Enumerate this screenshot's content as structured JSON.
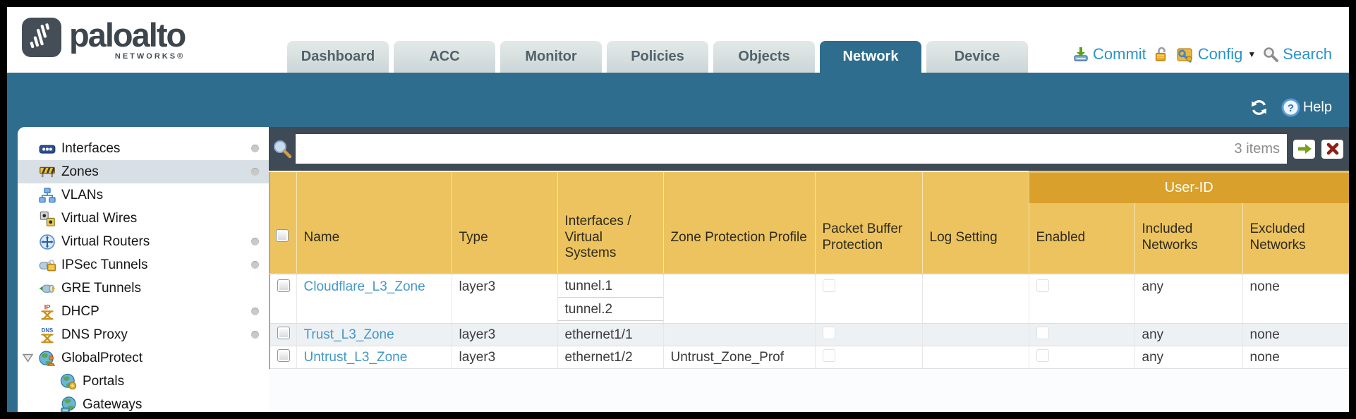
{
  "brand": {
    "name": "paloalto",
    "subtitle": "NETWORKS®"
  },
  "tabs": [
    {
      "label": "Dashboard"
    },
    {
      "label": "ACC"
    },
    {
      "label": "Monitor"
    },
    {
      "label": "Policies"
    },
    {
      "label": "Objects"
    },
    {
      "label": "Network"
    },
    {
      "label": "Device"
    }
  ],
  "active_tab": "Network",
  "header_actions": {
    "commit": "Commit",
    "config": "Config",
    "search": "Search",
    "caret": "▼"
  },
  "toolbar": {
    "help": "Help"
  },
  "icons": {
    "dhcp_text": "IP",
    "dns_text": "DNS"
  },
  "sidebar": {
    "items": [
      {
        "label": "Interfaces",
        "has_dot": true
      },
      {
        "label": "Zones",
        "has_dot": true,
        "selected": true
      },
      {
        "label": "VLANs"
      },
      {
        "label": "Virtual Wires"
      },
      {
        "label": "Virtual Routers",
        "has_dot": true
      },
      {
        "label": "IPSec Tunnels",
        "has_dot": true
      },
      {
        "label": "GRE Tunnels"
      },
      {
        "label": "DHCP",
        "has_dot": true
      },
      {
        "label": "DNS Proxy",
        "has_dot": true
      },
      {
        "label": "GlobalProtect",
        "expanded": true
      },
      {
        "label": "Portals",
        "child": true
      },
      {
        "label": "Gateways",
        "child": true
      }
    ]
  },
  "filterbar": {
    "count": "3 items"
  },
  "table": {
    "group_header": "User-ID",
    "columns": {
      "name": "Name",
      "type": "Type",
      "interfaces": "Interfaces / Virtual Systems",
      "zpp": "Zone Protection Profile",
      "pbp": "Packet Buffer Protection",
      "log": "Log Setting",
      "enabled": "Enabled",
      "included": "Included Networks",
      "excluded": "Excluded Networks"
    },
    "rows": [
      {
        "name": "Cloudflare_L3_Zone",
        "type": "layer3",
        "interfaces": [
          "tunnel.1",
          "tunnel.2"
        ],
        "zpp": "",
        "log": "",
        "included": "any",
        "excluded": "none"
      },
      {
        "name": "Trust_L3_Zone",
        "type": "layer3",
        "interfaces": [
          "ethernet1/1"
        ],
        "zpp": "",
        "log": "",
        "included": "any",
        "excluded": "none"
      },
      {
        "name": "Untrust_L3_Zone",
        "type": "layer3",
        "interfaces": [
          "ethernet1/2"
        ],
        "zpp": "Untrust_Zone_Prof",
        "log": "",
        "included": "any",
        "excluded": "none"
      }
    ]
  },
  "colors": {
    "teal": "#2e6d8e",
    "filterbar_slate": "#3e4a55",
    "header_orange": "#ecc35e",
    "userid_band": "#d9a02b",
    "link_blue": "#4497c7",
    "action_blue": "#2a93c9"
  }
}
